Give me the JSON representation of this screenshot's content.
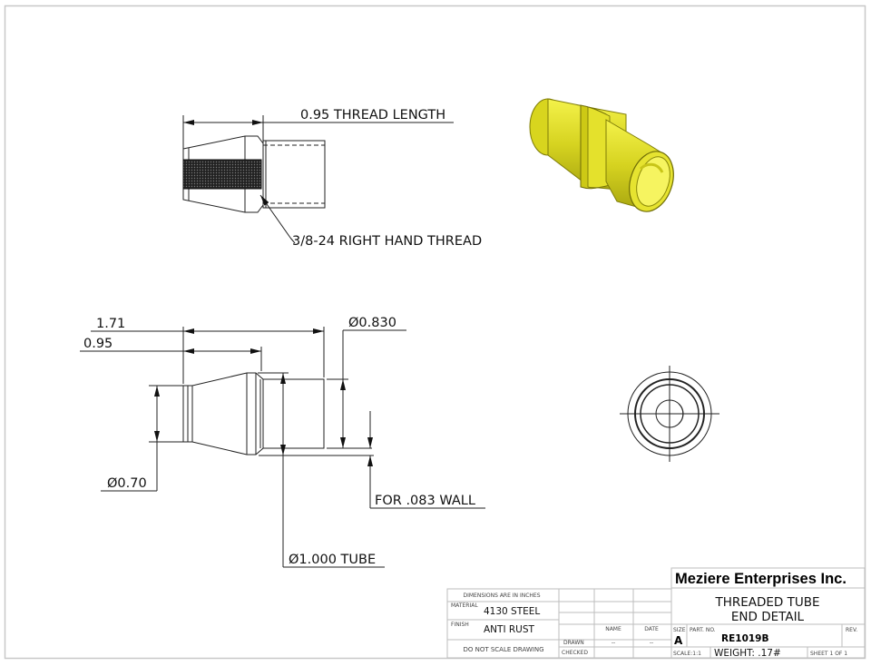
{
  "drawing": {
    "top_view": {
      "thread_length_label": "0.95 THREAD LENGTH",
      "thread_callout": "3/8-24 RIGHT HAND THREAD"
    },
    "side_view": {
      "overall_length": "1.71",
      "thread_length": "0.95",
      "outer_diameter": "Ø0.830",
      "nose_diameter": "Ø0.70",
      "wall_note": "FOR .083 WALL",
      "tube_diameter": "Ø1.000 TUBE"
    },
    "iso_view": {
      "color": "#e3e02a",
      "shade": "#9c9a10"
    },
    "end_view": {}
  },
  "title_block": {
    "company": "Meziere Enterprises Inc.",
    "title_line1": "THREADED TUBE",
    "title_line2": "END DETAIL",
    "dimensions_note": "DIMENSIONS ARE IN INCHES",
    "material_label": "MATERIAL",
    "material": "4130 STEEL",
    "finish_label": "FINISH",
    "finish": "ANTI RUST",
    "do_not_scale": "DO NOT SCALE DRAWING",
    "name_header": "NAME",
    "date_header": "DATE",
    "drawn_label": "DRAWN",
    "drawn_name": "--",
    "drawn_date": "--",
    "checked_label": "CHECKED",
    "size_label": "SIZE",
    "size": "A",
    "part_no_label": "PART. NO.",
    "part_no": "RE1019B",
    "rev_label": "REV.",
    "scale": "SCALE:1:1",
    "weight": "WEIGHT: .17#",
    "sheet": "SHEET 1 OF 1"
  }
}
